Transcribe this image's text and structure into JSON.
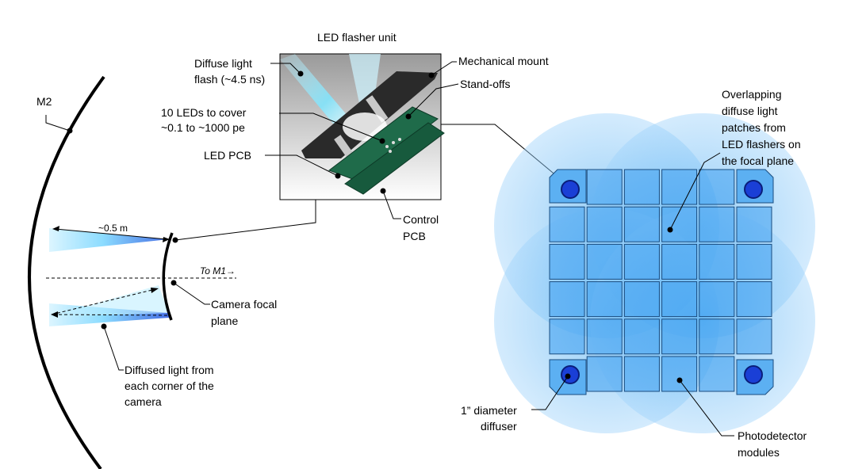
{
  "labels": {
    "led_flasher_unit": "LED flasher unit",
    "diffuse_flash_1": "Diffuse light",
    "diffuse_flash_2": "flash (~4.5 ns)",
    "mechanical_mount": "Mechanical mount",
    "stand_offs": "Stand-offs",
    "leds_1": "10 LEDs to cover",
    "leds_2": "~0.1 to ~1000 pe",
    "led_pcb": "LED PCB",
    "control_pcb_1": "Control",
    "control_pcb_2": "PCB",
    "m2": "M2",
    "distance": "~0.5 m",
    "to_m1": "To M1→",
    "camera_focal_1": "Camera focal",
    "camera_focal_2": "plane",
    "diffused_1": "Diffused light from",
    "diffused_2": "each corner of the",
    "diffused_3": "camera",
    "overlap_1": "Overlapping",
    "overlap_2": "diffuse light",
    "overlap_3": "patches from",
    "overlap_4": "LED flashers on",
    "overlap_5": "the focal plane",
    "diffuser_1": "1” diameter",
    "diffuser_2": "diffuser",
    "photodetector_1": "Photodetector",
    "photodetector_2": "modules"
  },
  "colors": {
    "patch": "#2f9be8",
    "module": "#3d9ef0",
    "diffuser": "#1a3fd6",
    "beam": "#6fd4ff",
    "pcb": "#1f6b4a"
  }
}
